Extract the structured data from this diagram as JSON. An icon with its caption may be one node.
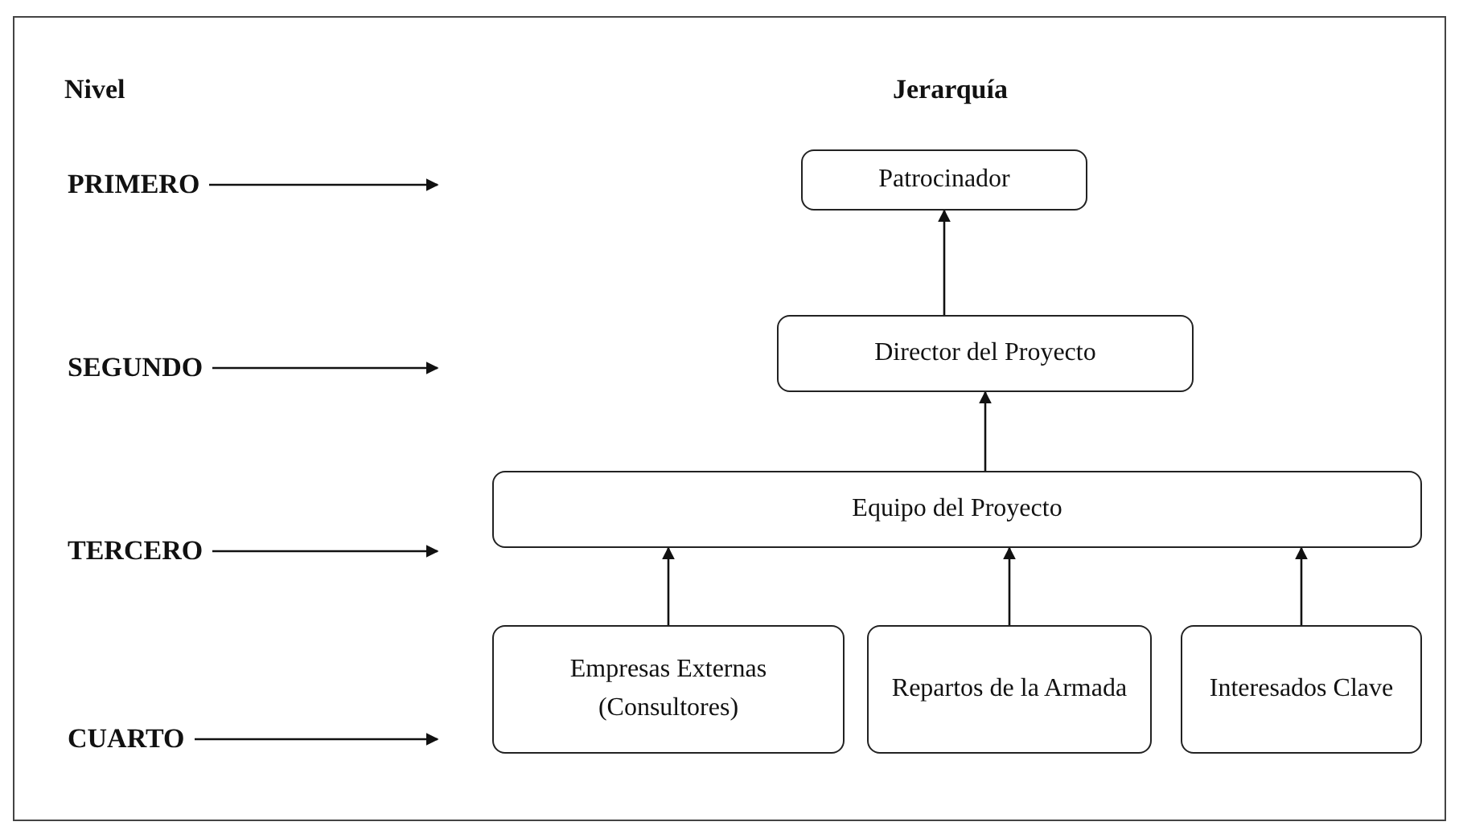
{
  "diagram": {
    "nodes": [
      {
        "text": [
          "PRIMERO"
        ]
      },
      {
        "text": [
          "SEGUNDO"
        ]
      },
      {
        "text": [
          "TERCERO"
        ]
      },
      {
        "text": [
          "CUARTO"
        ]
      },
      {
        "text": [
          "Patrocinador"
        ]
      },
      {
        "text": [
          "Director del Proyecto"
        ]
      },
      {
        "text": [
          "Equipo del Proyecto"
        ]
      },
      {
        "text": [
          "Empresas Externas (Consultores)"
        ]
      },
      {
        "text": [
          "Repartos de la Armada"
        ]
      },
      {
        "text": [
          "Interesados Clave"
        ]
      }
    ],
    "edges": [
      {
        "from": 0,
        "to": null,
        "arrow": "to"
      },
      {
        "from": 1,
        "to": null,
        "arrow": "to"
      },
      {
        "from": 2,
        "to": null,
        "arrow": "to"
      },
      {
        "from": 3,
        "to": null,
        "arrow": "to"
      },
      {
        "from": 5,
        "to": 4,
        "arrow": "to"
      },
      {
        "from": 6,
        "to": 5,
        "arrow": "to"
      },
      {
        "from": 7,
        "to": 6,
        "arrow": "to"
      },
      {
        "from": 8,
        "to": 6,
        "arrow": "to"
      },
      {
        "from": 9,
        "to": 6,
        "arrow": "to"
      }
    ],
    "labels": [
      "Nivel",
      "Jerarquía"
    ]
  }
}
